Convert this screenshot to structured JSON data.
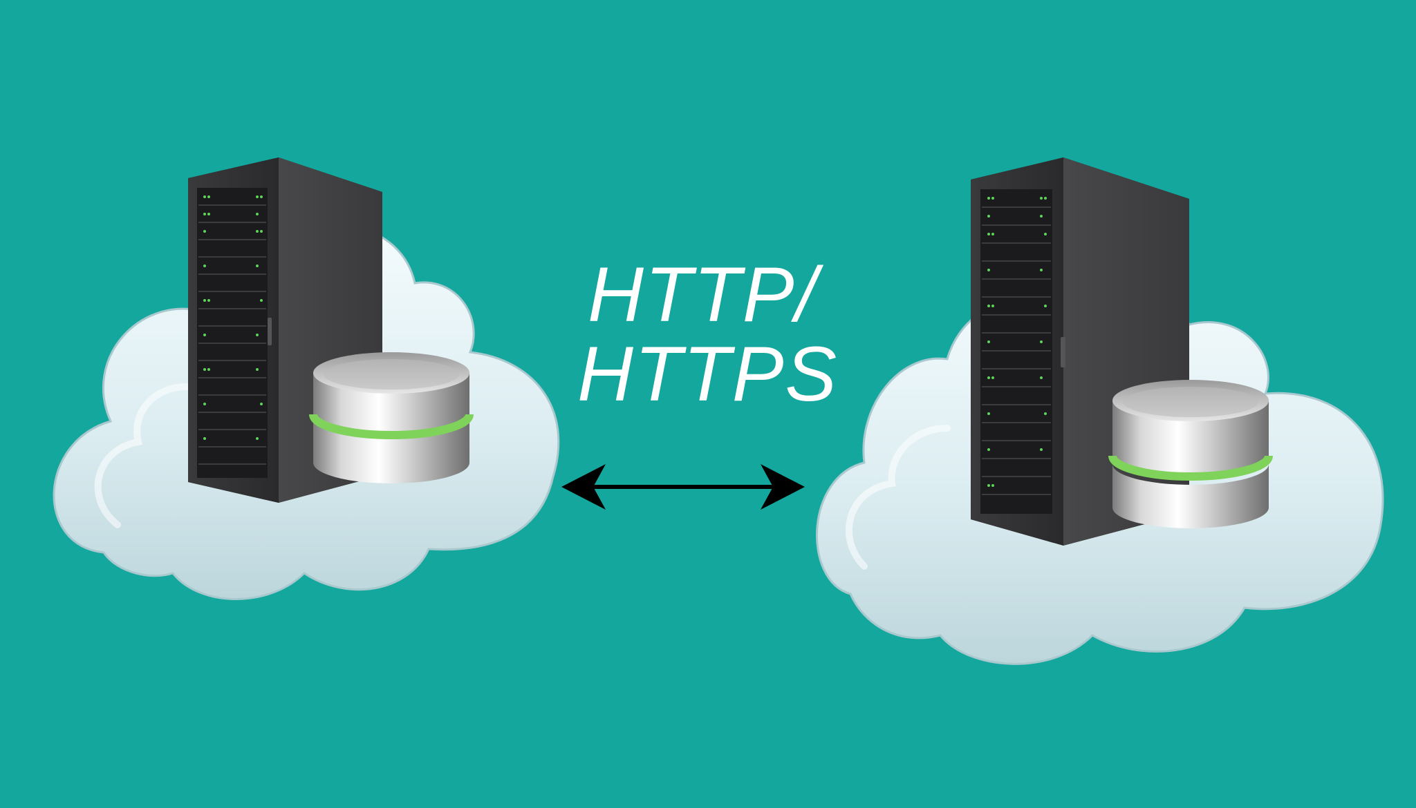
{
  "background_color": "#13a79d",
  "label": {
    "line1": "HTTP/",
    "line2": "HTTPS",
    "color": "#ffffff"
  },
  "nodes": [
    {
      "name": "left-server-cloud",
      "icons": [
        "cloud-icon",
        "server-rack-icon",
        "database-icon"
      ]
    },
    {
      "name": "right-server-cloud",
      "icons": [
        "cloud-icon",
        "server-rack-icon",
        "database-icon"
      ]
    }
  ],
  "connector": {
    "icon": "double-arrow-icon",
    "color": "#000000"
  },
  "accent_colors": {
    "led_green": "#5fd35a",
    "db_band": "#7fd25a",
    "rack": "#2e2e30"
  }
}
